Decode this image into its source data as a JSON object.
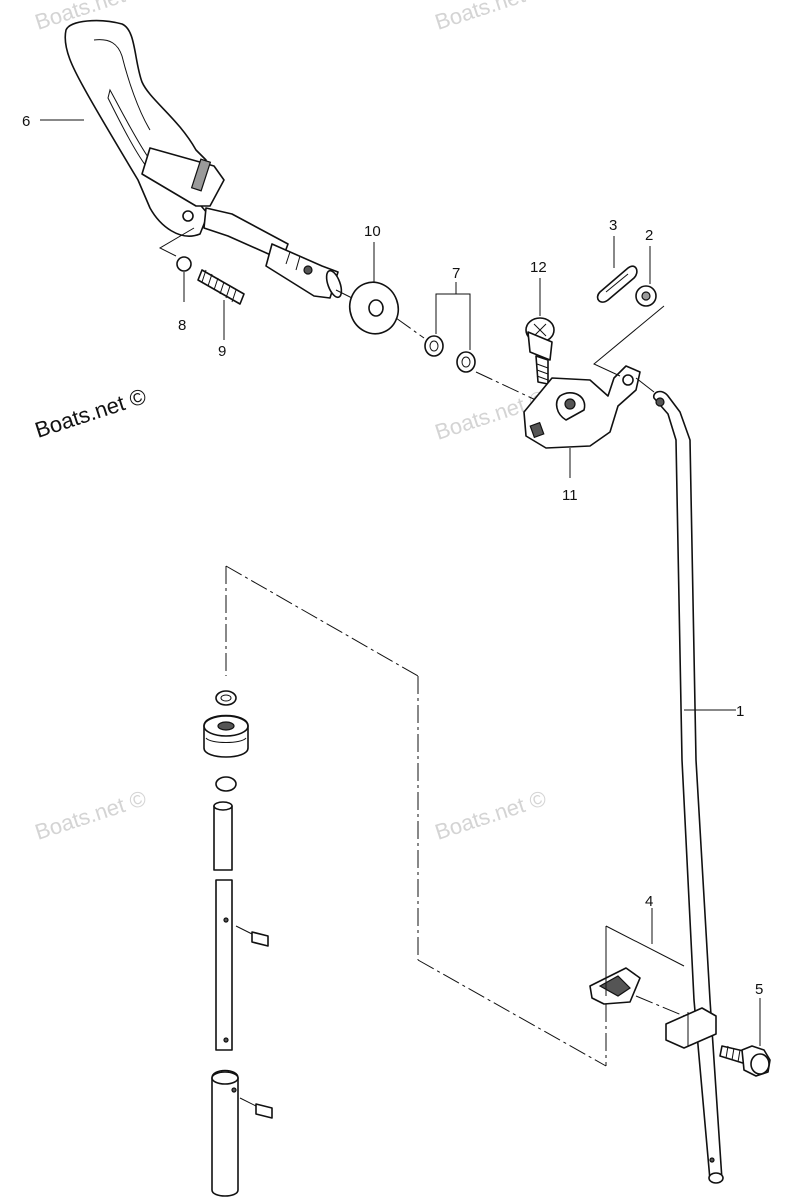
{
  "brand": {
    "text": "Boats.net ©"
  },
  "watermark": {
    "text": "Boats.net ©"
  },
  "callouts": [
    {
      "id": "1",
      "text": "1"
    },
    {
      "id": "2",
      "text": "2"
    },
    {
      "id": "3",
      "text": "3"
    },
    {
      "id": "4",
      "text": "4"
    },
    {
      "id": "5",
      "text": "5"
    },
    {
      "id": "6",
      "text": "6"
    },
    {
      "id": "7",
      "text": "7"
    },
    {
      "id": "8",
      "text": "8"
    },
    {
      "id": "9",
      "text": "9"
    },
    {
      "id": "10",
      "text": "10"
    },
    {
      "id": "11",
      "text": "11"
    },
    {
      "id": "12",
      "text": "12"
    }
  ]
}
